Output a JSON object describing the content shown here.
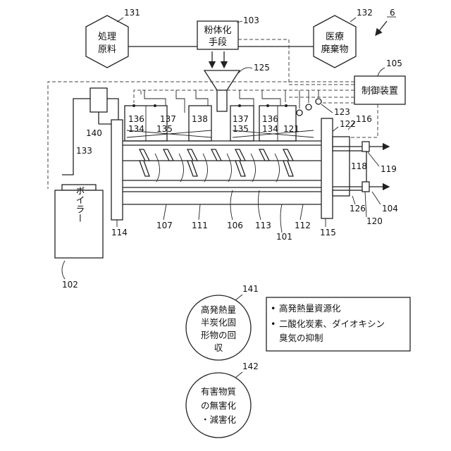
{
  "figure_number": "6",
  "nodes": {
    "raw_material": {
      "line1": "処理",
      "line2": "原料",
      "ref": "131"
    },
    "medical_waste": {
      "line1": "医療",
      "line2": "廃棄物",
      "ref": "132"
    },
    "pulverizer": {
      "line1": "粉体化",
      "line2": "手段",
      "ref": "103"
    },
    "controller": {
      "label": "制御装置",
      "ref": "105"
    },
    "boiler": {
      "label": "ボイラー",
      "ref": "102"
    },
    "circle_141": {
      "line1": "高発熱量",
      "line2": "半炭化固",
      "line3": "形物の回",
      "line4": "収",
      "ref": "141"
    },
    "circle_142": {
      "line1": "有害物質",
      "line2": "の無害化",
      "line3": "・減害化",
      "ref": "142"
    },
    "effects_box": {
      "bullet1": "高発熱量資源化",
      "bullet2_line1": "二酸化炭素、ダイオキシン",
      "bullet2_line2": "臭気の抑制"
    }
  },
  "refs": {
    "hopper": "125",
    "r136a": "136",
    "r134a": "134",
    "r137a": "137",
    "r135a": "135",
    "r138": "138",
    "r137b": "137",
    "r135b": "135",
    "r136b": "136",
    "r134b": "134",
    "r121": "121",
    "r123": "123",
    "r116": "116",
    "r122": "122",
    "r140": "140",
    "r133": "133",
    "r119": "119",
    "r118": "118",
    "r104": "104",
    "r120": "120",
    "r126": "126",
    "r114": "114",
    "r107": "107",
    "r111": "111",
    "r106": "106",
    "r113": "113",
    "r101": "101",
    "r112": "112",
    "r115": "115"
  }
}
